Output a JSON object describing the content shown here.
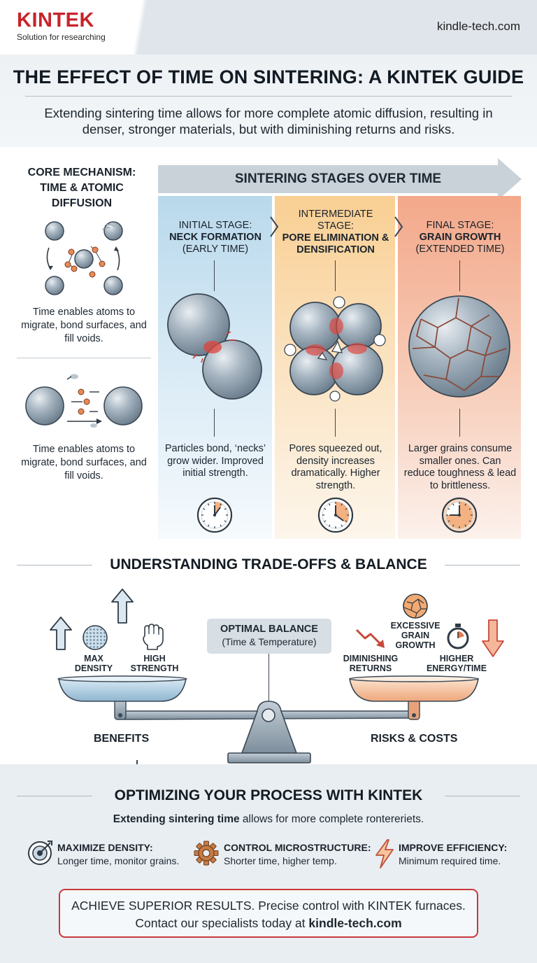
{
  "brand": {
    "name": "KINTEK",
    "tagline": "Solution for researching",
    "site_url": "kindle-tech.com"
  },
  "colors": {
    "brand_red": "#c8242b",
    "initial_stage": "#b9d9ec",
    "intermediate_stage": "#f9cf93",
    "final_stage": "#f3a88a",
    "sphere": "#9aaab7",
    "neck_red": "#e0433a"
  },
  "header": {
    "title": "THE EFFECT OF TIME ON SINTERING: A KINTEK GUIDE",
    "intro": "Extending sintering time allows for more complete atomic diffusion, resulting in denser, stronger materials, but with diminishing returns and risks."
  },
  "core": {
    "title_lines": [
      "CORE MECHANISM:",
      "TIME & ATOMIC",
      "DIFFUSION"
    ],
    "text_1": "Time enables atoms to migrate, bond surfaces, and fill voids.",
    "text_2": "Time enables atoms to migrate, bond surfaces, and fill voids."
  },
  "stages": {
    "arrow_label": "SINTERING STAGES OVER TIME",
    "items": [
      {
        "head_pre": "INITIAL STAGE:",
        "head_bold": "NECK FORMATION",
        "head_post": "(EARLY TIME)",
        "desc": "Particles bond, ‘necks’ grow wider. Improved initial strength.",
        "clock_icon": "clock-early-icon",
        "time_fraction": 0.1
      },
      {
        "head_pre": "INTERMEDIATE STAGE:",
        "head_bold": "PORE ELIMINATION & DENSIFICATION",
        "head_post": "",
        "desc": "Pores squeezed out, density increases dramatically. Higher strength.",
        "clock_icon": "clock-mid-icon",
        "time_fraction": 0.35
      },
      {
        "head_pre": "FINAL STAGE:",
        "head_bold": "GRAIN GROWTH",
        "head_post": "(EXTENDED TIME)",
        "desc": "Larger grains consume smaller ones. Can reduce toughness & lead to brittleness.",
        "clock_icon": "clock-late-icon",
        "time_fraction": 0.75
      }
    ]
  },
  "tradeoffs": {
    "title": "UNDERSTANDING TRADE-OFFS & BALANCE",
    "balance_title": "OPTIMAL BALANCE",
    "balance_sub": "(Time & Temperature)",
    "benefits_label": "BENEFITS",
    "risks_label": "RISKS & COSTS",
    "benefits": [
      {
        "label": "MAX DENSITY",
        "icon": "density-mesh-icon"
      },
      {
        "label": "HIGH STRENGTH",
        "icon": "strength-fist-icon"
      }
    ],
    "risks": [
      {
        "label": "DIMINISHING RETURNS",
        "icon": "trend-down-icon"
      },
      {
        "label": "EXCESSIVE GRAIN GROWTH",
        "icon": "grain-icon"
      },
      {
        "label": "HIGHER ENERGY/TIME",
        "icon": "stopwatch-icon"
      }
    ]
  },
  "optimize": {
    "title": "OPTIMIZING YOUR PROCESS WITH KINTEK",
    "sub_bold": "Extending sintering time",
    "sub_rest": " allows for more complete rontereriets.",
    "tips": [
      {
        "title": "MAXIMIZE DENSITY:",
        "text": "Longer time, monitor grains.",
        "icon": "target-icon"
      },
      {
        "title": "CONTROL MICROSTRUCTURE:",
        "text": "Shorter time, higher temp.",
        "icon": "gear-icon"
      },
      {
        "title": "IMPROVE EFFICIENCY:",
        "text": "Minimum required time.",
        "icon": "lightning-icon"
      }
    ]
  },
  "cta": {
    "line1": "ACHIEVE SUPERIOR RESULTS. Precise control with KINTEK furnaces.",
    "line2_pre": "Contact our specialists today at ",
    "line2_link": "kindle-tech.com"
  }
}
